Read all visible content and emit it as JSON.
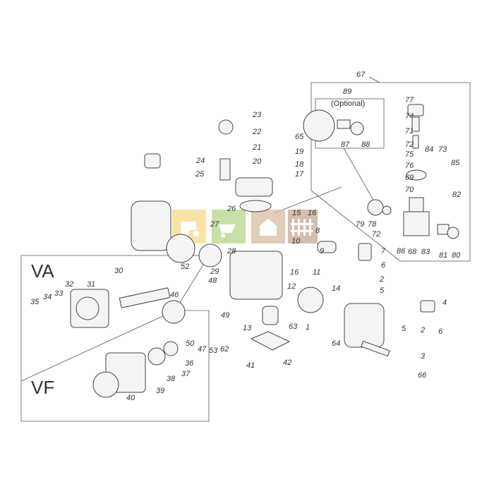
{
  "diagram": {
    "section_labels": {
      "va": "VA",
      "vf": "VF",
      "optional": "(Optional)"
    },
    "part_numbers": [
      "23",
      "22",
      "21",
      "20",
      "24",
      "25",
      "65",
      "19",
      "18",
      "17",
      "15",
      "16",
      "26",
      "27",
      "8",
      "28",
      "10",
      "9",
      "52",
      "29",
      "48",
      "46",
      "16",
      "11",
      "12",
      "7",
      "6",
      "2",
      "5",
      "14",
      "4",
      "5",
      "2",
      "6",
      "1",
      "63",
      "64",
      "3",
      "66",
      "49",
      "13",
      "50",
      "47",
      "62",
      "53",
      "41",
      "42",
      "67",
      "89",
      "87",
      "88",
      "77",
      "74",
      "71",
      "72",
      "75",
      "76",
      "69",
      "70",
      "84",
      "73",
      "85",
      "82",
      "79",
      "78",
      "72",
      "86",
      "68",
      "83",
      "81",
      "80",
      "30",
      "31",
      "32",
      "34",
      "33",
      "35",
      "36",
      "37",
      "38",
      "39",
      "40"
    ],
    "watermark_colors": [
      "#f5d98a",
      "#b5d68a",
      "#d8bca2",
      "#c6a892"
    ]
  }
}
